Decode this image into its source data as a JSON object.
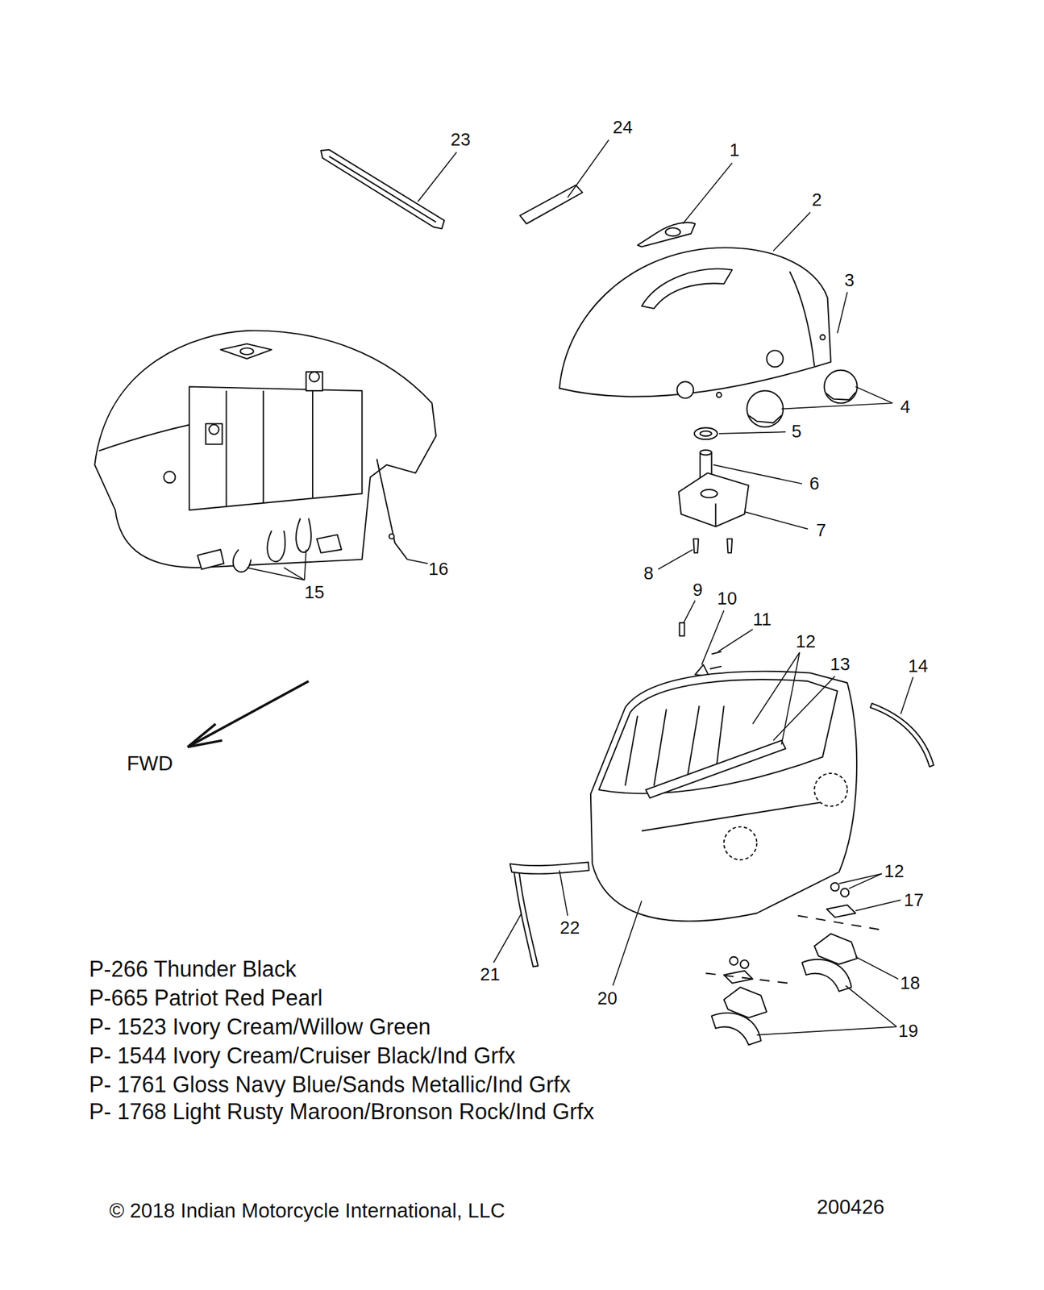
{
  "diagram": {
    "labels": [
      "23",
      "24",
      "1",
      "2",
      "3",
      "4",
      "5",
      "6",
      "7",
      "8",
      "15",
      "16",
      "9",
      "10",
      "11",
      "12",
      "13",
      "14",
      "FWD",
      "12",
      "17",
      "22",
      "18",
      "21",
      "20",
      "19",
      "P-266  Thunder Black",
      "P-665  Patriot Red Pearl",
      "P- 1523 Ivory Cream/Willow Green",
      "P- 1544 Ivory Cream/Cruiser Black/Ind Grfx",
      "P- 1761 Gloss Navy Blue/Sands Metallic/Ind Grfx",
      "P- 1768 Light Rusty Maroon/Bronson Rock/Ind Grfx",
      "© 2018 Indian Motorcycle International, LLC",
      "200426"
    ]
  }
}
